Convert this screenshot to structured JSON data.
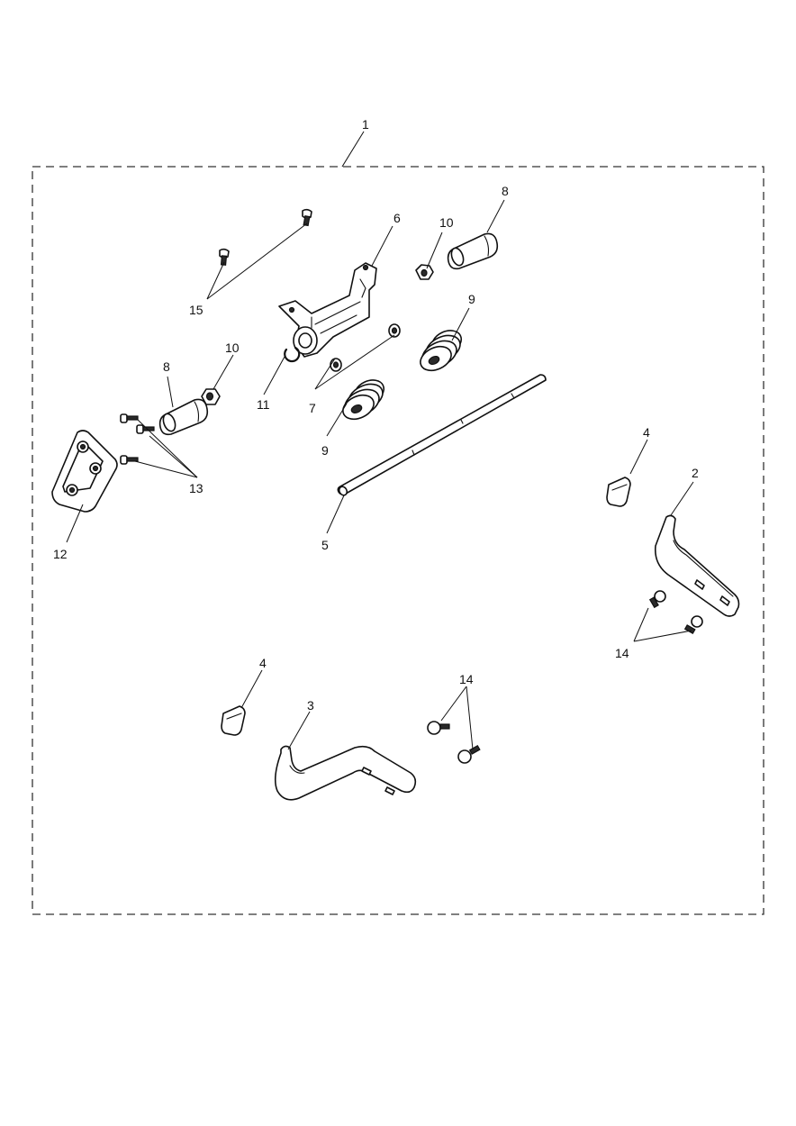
{
  "callouts": {
    "c1": "1",
    "c2": "2",
    "c3": "3",
    "c4a": "4",
    "c4b": "4",
    "c5": "5",
    "c6": "6",
    "c7": "7",
    "c8a": "8",
    "c8b": "8",
    "c9a": "9",
    "c9b": "9",
    "c10a": "10",
    "c10b": "10",
    "c11": "11",
    "c12": "12",
    "c13": "13",
    "c14a": "14",
    "c14b": "14",
    "c15": "15"
  }
}
